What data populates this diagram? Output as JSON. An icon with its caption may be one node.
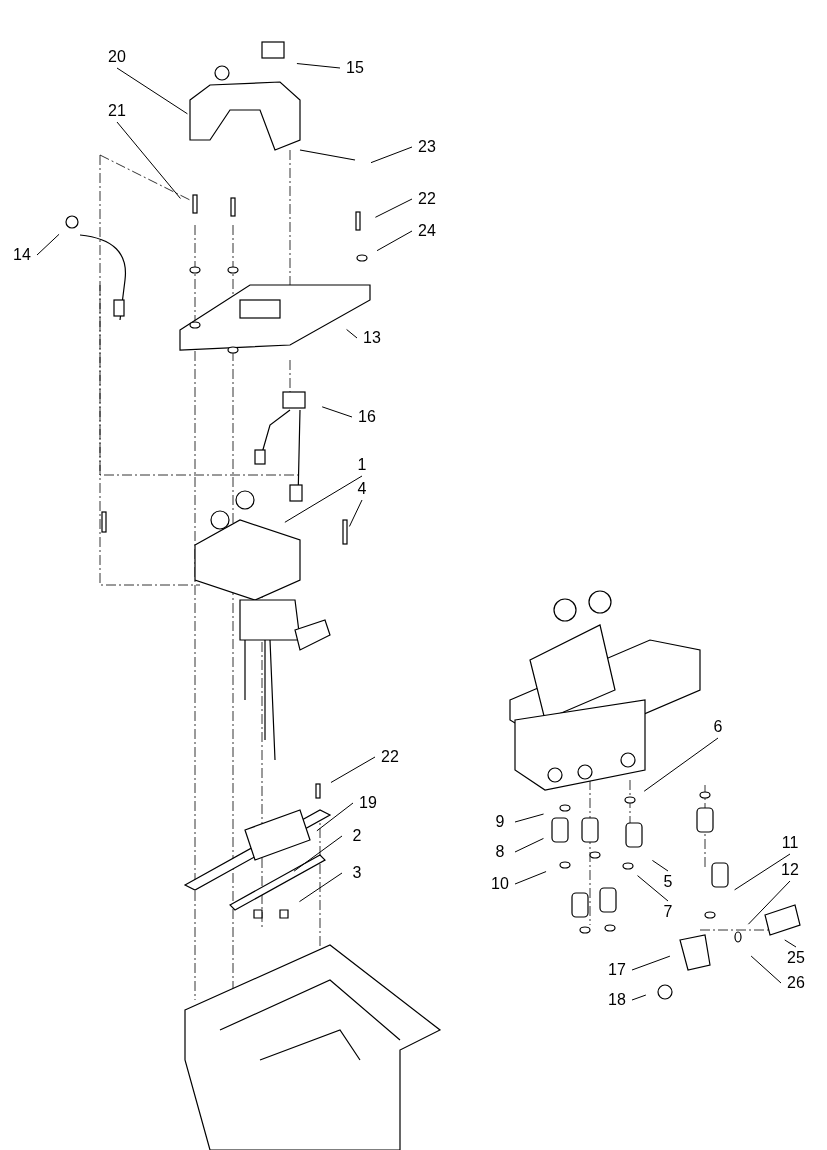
{
  "diagram": {
    "nodes": [
      {
        "text": [
          "20"
        ]
      },
      {
        "text": [
          "15"
        ]
      },
      {
        "text": [
          "21"
        ]
      },
      {
        "text": [
          "23"
        ]
      },
      {
        "text": [
          "22"
        ]
      },
      {
        "text": [
          "24"
        ]
      },
      {
        "text": [
          "14"
        ]
      },
      {
        "text": [
          "13"
        ]
      },
      {
        "text": [
          "16"
        ]
      },
      {
        "text": [
          "1"
        ]
      },
      {
        "text": [
          "4"
        ]
      },
      {
        "text": [
          "6"
        ]
      },
      {
        "text": [
          "22"
        ]
      },
      {
        "text": [
          "19"
        ]
      },
      {
        "text": [
          "9"
        ]
      },
      {
        "text": [
          "2"
        ]
      },
      {
        "text": [
          "11"
        ]
      },
      {
        "text": [
          "8"
        ]
      },
      {
        "text": [
          "12"
        ]
      },
      {
        "text": [
          "3"
        ]
      },
      {
        "text": [
          "5"
        ]
      },
      {
        "text": [
          "10"
        ]
      },
      {
        "text": [
          "7"
        ]
      },
      {
        "text": [
          "25"
        ]
      },
      {
        "text": [
          "17"
        ]
      },
      {
        "text": [
          "26"
        ]
      },
      {
        "text": [
          "18"
        ]
      }
    ],
    "edges": [
      {
        "from": 0,
        "to": null,
        "arrow": "none"
      },
      {
        "from": 1,
        "to": null,
        "arrow": "none"
      },
      {
        "from": 2,
        "to": null,
        "arrow": "none"
      },
      {
        "from": 3,
        "to": null,
        "arrow": "none"
      },
      {
        "from": 4,
        "to": null,
        "arrow": "none"
      },
      {
        "from": 5,
        "to": null,
        "arrow": "none"
      },
      {
        "from": 6,
        "to": null,
        "arrow": "none"
      },
      {
        "from": 7,
        "to": null,
        "arrow": "none"
      },
      {
        "from": 8,
        "to": null,
        "arrow": "none"
      },
      {
        "from": 9,
        "to": null,
        "arrow": "none"
      },
      {
        "from": 10,
        "to": null,
        "arrow": "none"
      },
      {
        "from": 11,
        "to": null,
        "arrow": "none"
      },
      {
        "from": 12,
        "to": null,
        "arrow": "none"
      },
      {
        "from": 13,
        "to": null,
        "arrow": "none"
      },
      {
        "from": 14,
        "to": null,
        "arrow": "none"
      },
      {
        "from": 15,
        "to": null,
        "arrow": "none"
      },
      {
        "from": 16,
        "to": null,
        "arrow": "none"
      },
      {
        "from": 17,
        "to": null,
        "arrow": "none"
      },
      {
        "from": 18,
        "to": null,
        "arrow": "none"
      },
      {
        "from": 19,
        "to": null,
        "arrow": "none"
      },
      {
        "from": 20,
        "to": null,
        "arrow": "none"
      },
      {
        "from": 21,
        "to": null,
        "arrow": "none"
      },
      {
        "from": 22,
        "to": null,
        "arrow": "none"
      },
      {
        "from": 23,
        "to": null,
        "arrow": "none"
      },
      {
        "from": 24,
        "to": null,
        "arrow": "none"
      },
      {
        "from": 25,
        "to": null,
        "arrow": "none"
      },
      {
        "from": 26,
        "to": null,
        "arrow": "none"
      }
    ]
  }
}
